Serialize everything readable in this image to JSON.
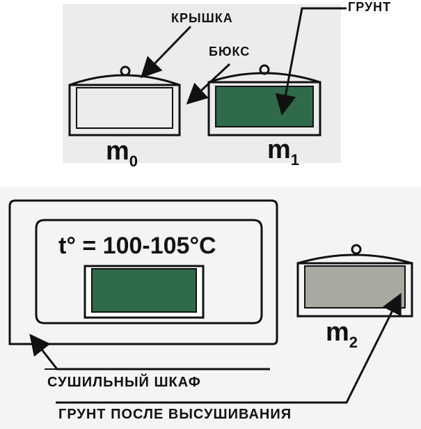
{
  "labels": {
    "lid": "КРЫШКА",
    "cup": "БЮКС",
    "soil": "ГРУНТ",
    "oven": "СУШИЛЬНЫЙ ШКАФ",
    "dried_soil": "ГРУНТ ПОСЛЕ ВЫСУШИВАНИЯ"
  },
  "oven_temperature": "t° = 100-105°C",
  "masses": {
    "empty": {
      "symbol": "m",
      "index": "0"
    },
    "wet": {
      "symbol": "m",
      "index": "1"
    },
    "dry": {
      "symbol": "m",
      "index": "2"
    }
  },
  "colors": {
    "wet_soil": "#2f6a4a",
    "dry_soil": "#a8a9a0",
    "outline": "#111111"
  }
}
